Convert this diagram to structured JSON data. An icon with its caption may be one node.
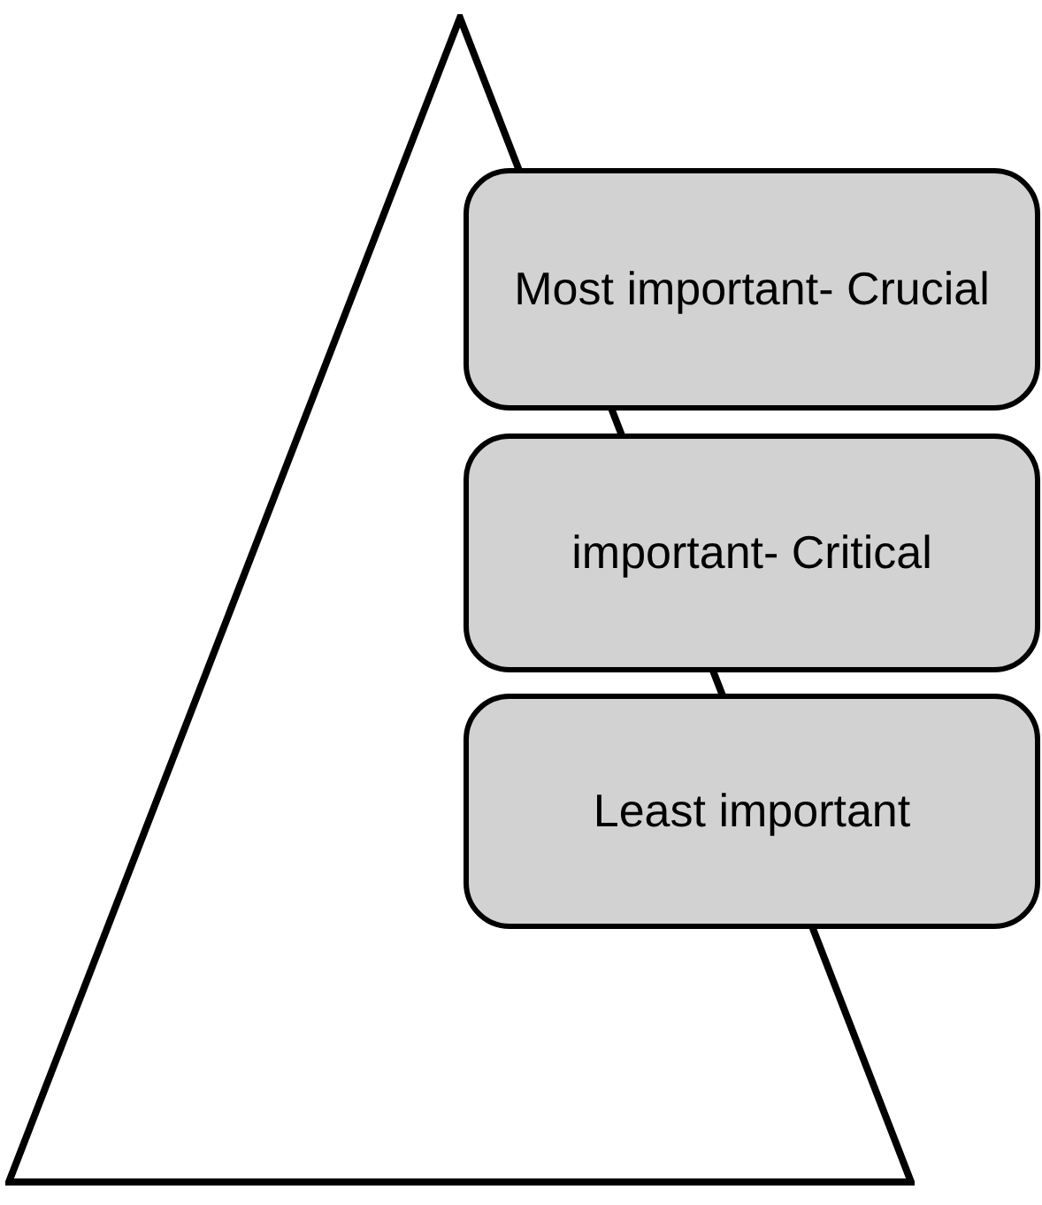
{
  "diagram": {
    "nodes": [
      {
        "text": [],
        "shape": "triangle"
      },
      {
        "text": [
          "Most important- Crucial"
        ]
      },
      {
        "text": [
          "important- Critical"
        ]
      },
      {
        "text": [
          "Least important"
        ]
      }
    ]
  }
}
